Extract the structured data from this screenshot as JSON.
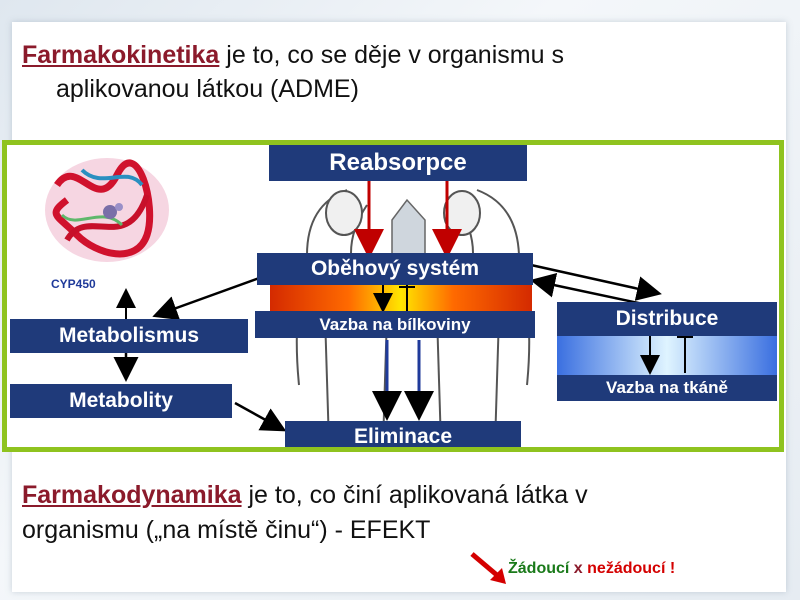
{
  "header": {
    "term": "Farmakokinetika",
    "rest": " je to, co se děje v organismu s",
    "line2": "aplikovanou látkou (ADME)"
  },
  "diagram": {
    "cyp_label": "CYP450",
    "reabsorpce": "Reabsorpce",
    "obehovy_system": "Oběhový systém",
    "vazba_bilkoviny": "Vazba na bílkoviny",
    "distribuce": "Distribuce",
    "vazba_tkane": "Vazba na tkáně",
    "metabolismus": "Metabolismus",
    "metabolity": "Metabolity",
    "eliminace": "Eliminace"
  },
  "footer": {
    "term": "Farmakodynamika",
    "rest": " je to, co činí aplikovaná látka v",
    "line2": "organismu („na místě činu“) - EFEKT"
  },
  "effects": {
    "desired": "Žádoucí",
    "x": "x",
    "undesired": "nežádoucí !"
  },
  "colors": {
    "term": "#8b1a2b",
    "frame": "#8fc31f",
    "box_blue": "#1f3a7a",
    "desired": "#1a7a1a",
    "undesired": "#d40000"
  }
}
